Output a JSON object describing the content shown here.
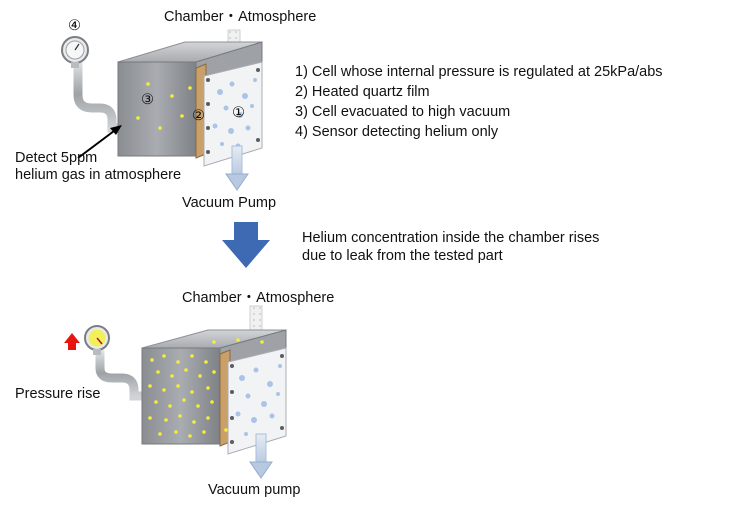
{
  "top": {
    "chamber_label": "Chamber・Atmosphere",
    "vacuum_label": "Vacuum Pump",
    "detect_label_line1": "Detect 5ppm",
    "detect_label_line2": "helium gas in atmosphere",
    "markers": {
      "cell": "①",
      "film": "②",
      "vacuum_cell": "③",
      "sensor": "④"
    }
  },
  "legend": [
    "1)  Cell whose internal pressure is regulated at 25kPa/abs",
    "2)  Heated quartz film",
    "3)  Cell evacuated to high vacuum",
    "4)  Sensor detecting helium only"
  ],
  "transition": {
    "line1": "Helium concentration inside the chamber rises",
    "line2": "due to leak from the tested part"
  },
  "bottom": {
    "chamber_label": "Chamber・Atmosphere",
    "pressure_label": "Pressure rise",
    "vacuum_label": "Vacuum pump"
  },
  "colors": {
    "arrow_blue": "#3d6ab3",
    "rise_arrow_red": "#e8150f",
    "gauge_yellow": "#f2f05a",
    "helium_dot": "#f4ee3a",
    "flow_arrow": "#c8d7ea"
  }
}
